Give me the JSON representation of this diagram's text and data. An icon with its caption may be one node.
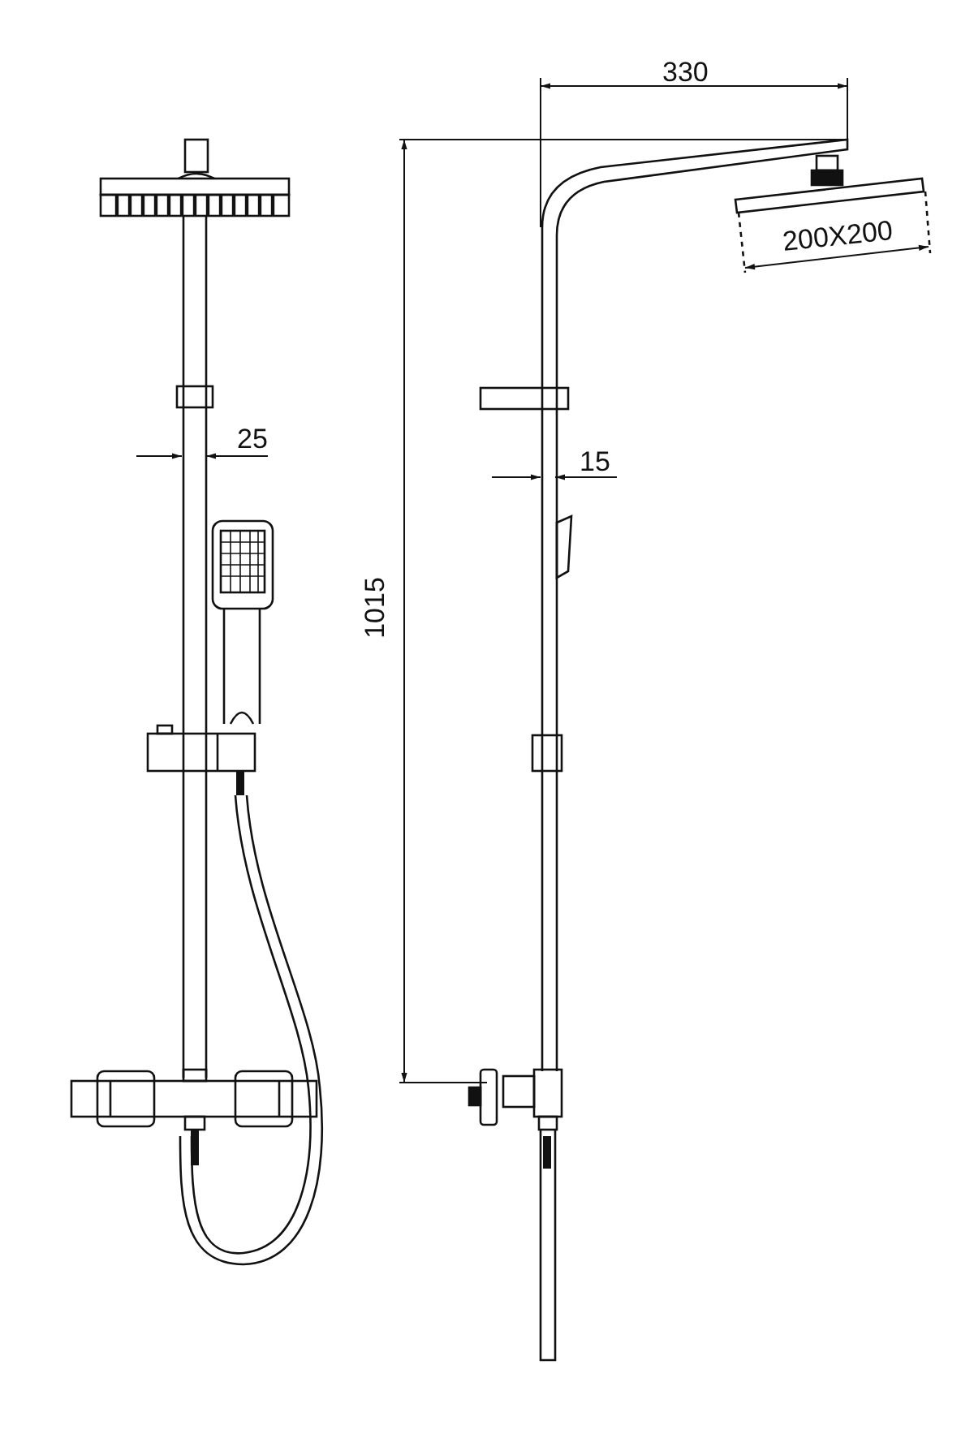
{
  "diagram": {
    "labels": [
      "330",
      "200X200",
      "25",
      "15",
      "1015"
    ]
  }
}
